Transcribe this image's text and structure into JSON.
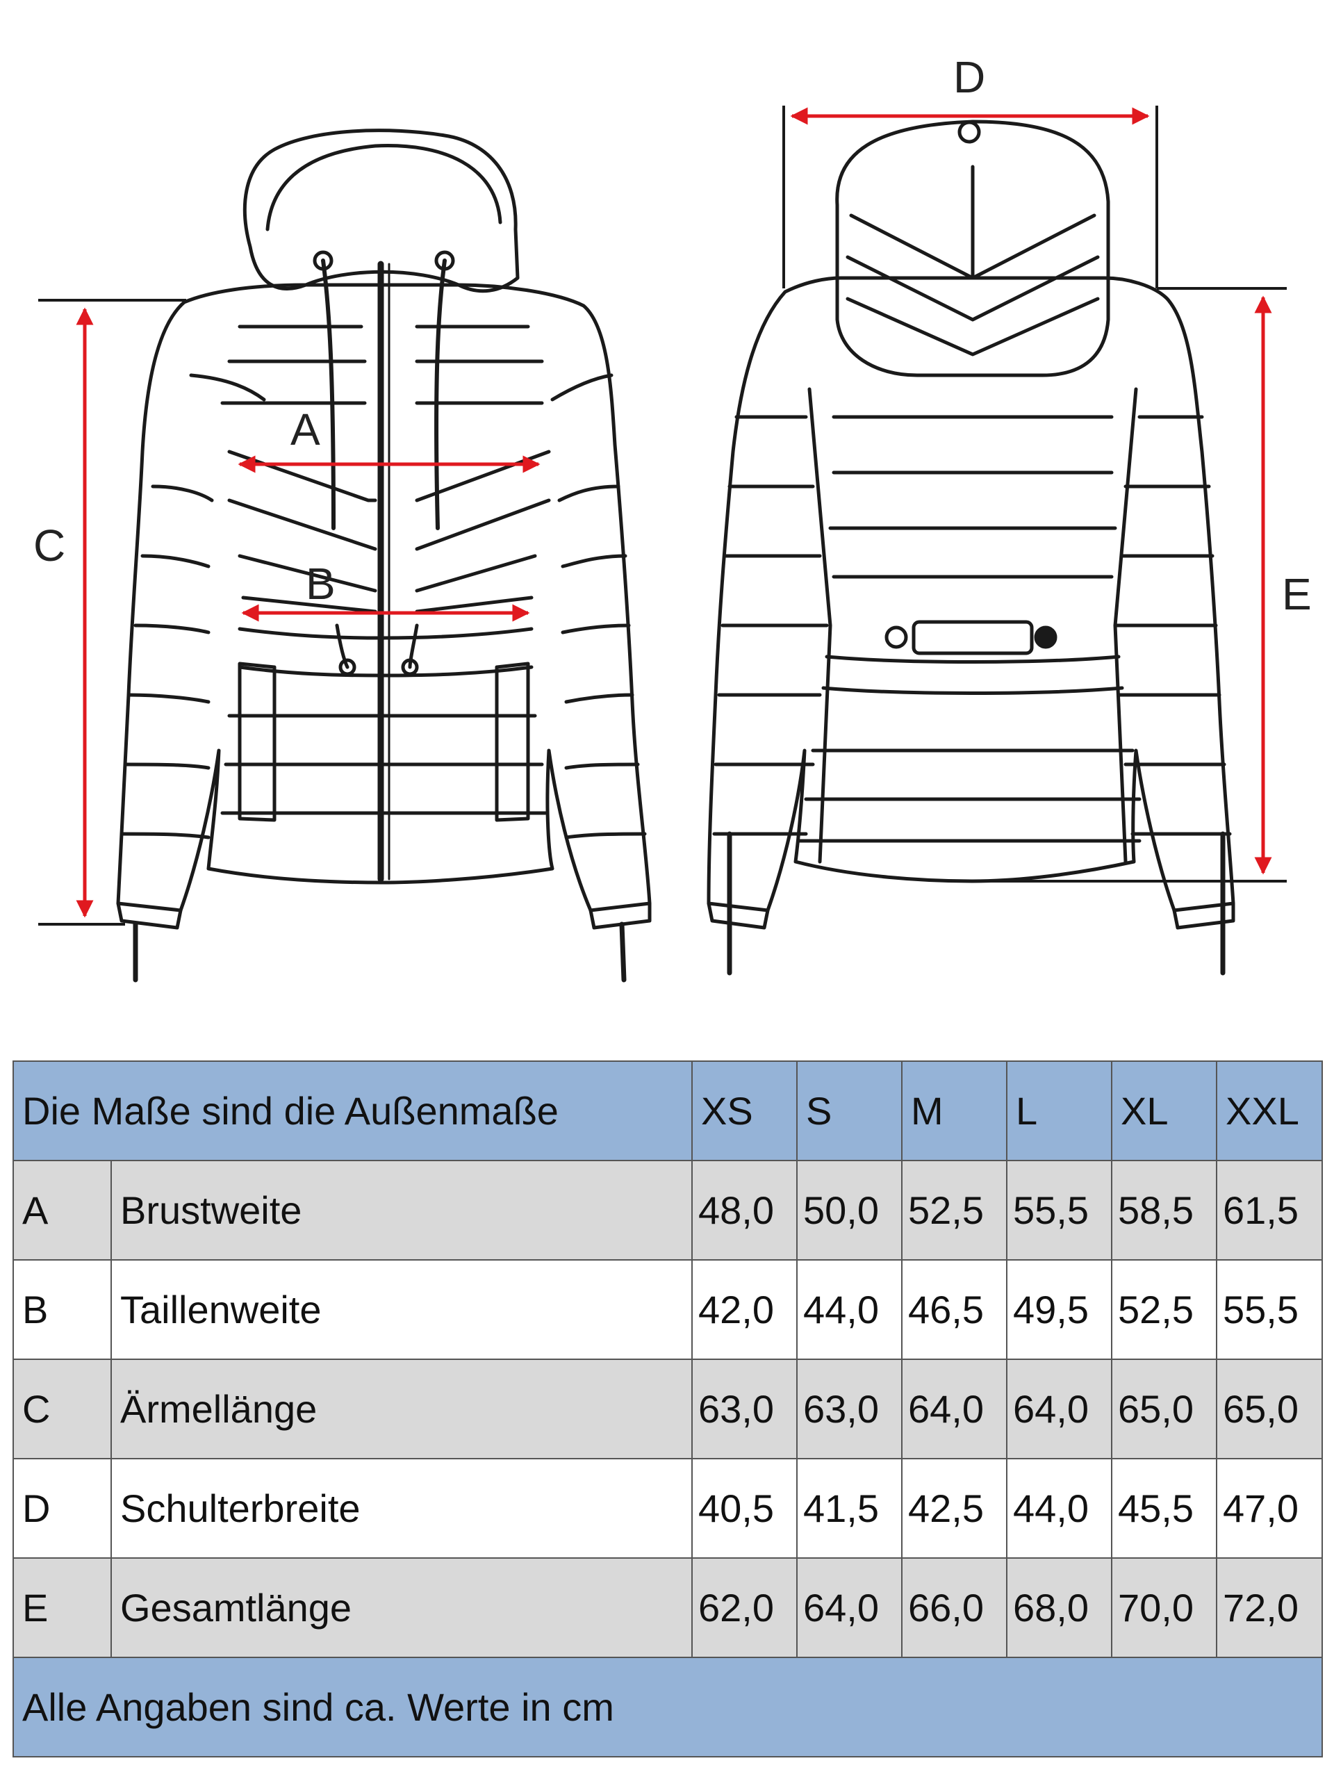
{
  "diagram": {
    "labels": {
      "A": "A",
      "B": "B",
      "C": "C",
      "D": "D",
      "E": "E"
    },
    "arrow_color": "#e0191f",
    "line_color": "#1a1a1a"
  },
  "table": {
    "header": {
      "title": "Die Maße sind die Außenmaße",
      "sizes": [
        "XS",
        "S",
        "M",
        "L",
        "XL",
        "XXL"
      ]
    },
    "rows": [
      {
        "key": "A",
        "name": "Brustweite",
        "values": [
          "48,0",
          "50,0",
          "52,5",
          "55,5",
          "58,5",
          "61,5"
        ]
      },
      {
        "key": "B",
        "name": "Taillenweite",
        "values": [
          "42,0",
          "44,0",
          "46,5",
          "49,5",
          "52,5",
          "55,5"
        ]
      },
      {
        "key": "C",
        "name": "Ärmellänge",
        "values": [
          "63,0",
          "63,0",
          "64,0",
          "64,0",
          "65,0",
          "65,0"
        ]
      },
      {
        "key": "D",
        "name": "Schulterbreite",
        "values": [
          "40,5",
          "41,5",
          "42,5",
          "44,0",
          "45,5",
          "47,0"
        ]
      },
      {
        "key": "E",
        "name": "Gesamtlänge",
        "values": [
          "62,0",
          "64,0",
          "66,0",
          "68,0",
          "70,0",
          "72,0"
        ]
      }
    ],
    "footer": "Alle Angaben sind ca. Werte in cm",
    "header_color": "#95b3d7",
    "shade_color": "#d9d9d9"
  }
}
